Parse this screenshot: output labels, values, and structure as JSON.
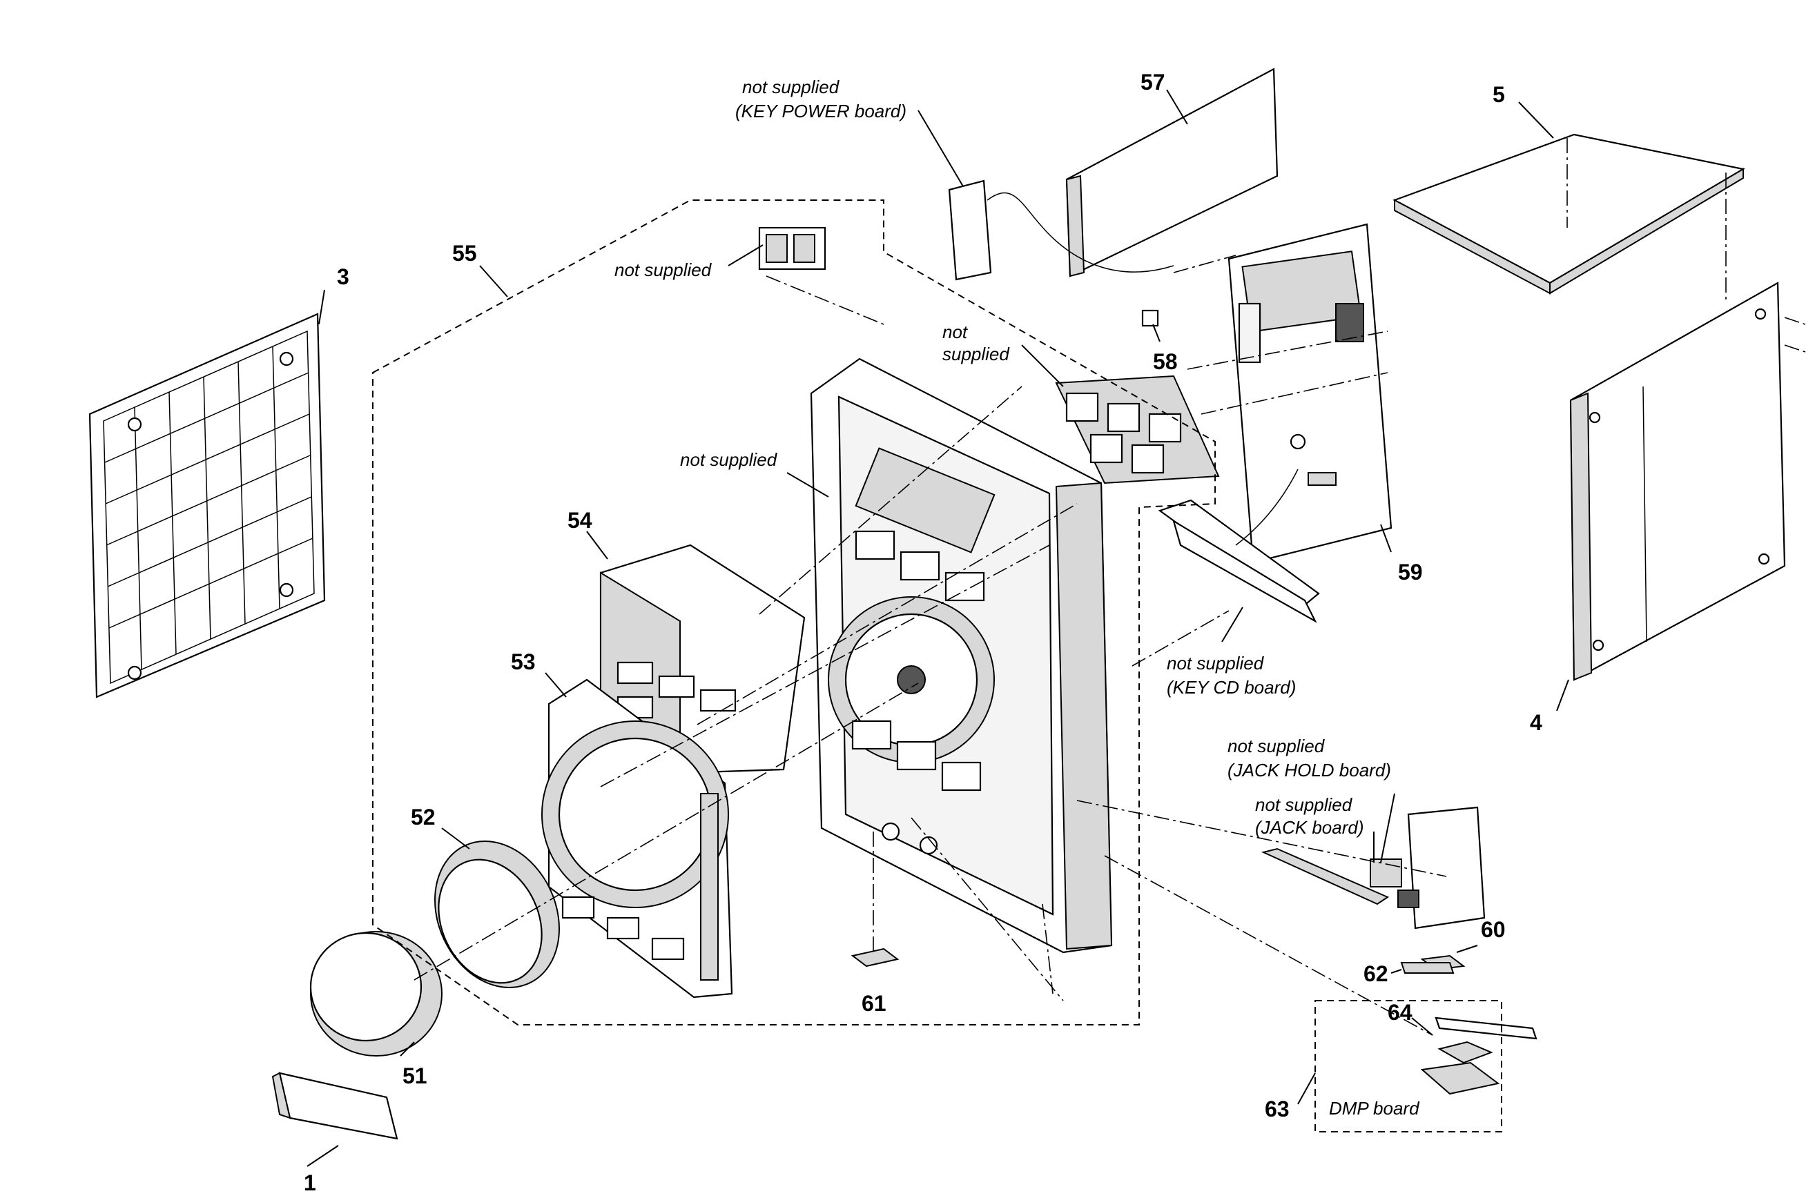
{
  "parts": {
    "p1": "1",
    "p3": "3",
    "p4": "4",
    "p5": "5",
    "p51": "51",
    "p52": "52",
    "p53": "53",
    "p54": "54",
    "p55": "55",
    "p57": "57",
    "p58": "58",
    "p59": "59",
    "p60": "60",
    "p61": "61",
    "p62": "62",
    "p63": "63",
    "p64": "64"
  },
  "notes": {
    "key_power_1": "not supplied",
    "key_power_2": "(KEY POWER board)",
    "ns_left": "not supplied",
    "ns_supplied_1": "not",
    "ns_supplied_2": "supplied",
    "ns_front": "not supplied",
    "key_cd_1": "not supplied",
    "key_cd_2": "(KEY CD board)",
    "jack_hold_1": "not supplied",
    "jack_hold_2": "(JACK HOLD board)",
    "jack_1": "not supplied",
    "jack_2": "(JACK board)",
    "dmp": "DMP board"
  }
}
